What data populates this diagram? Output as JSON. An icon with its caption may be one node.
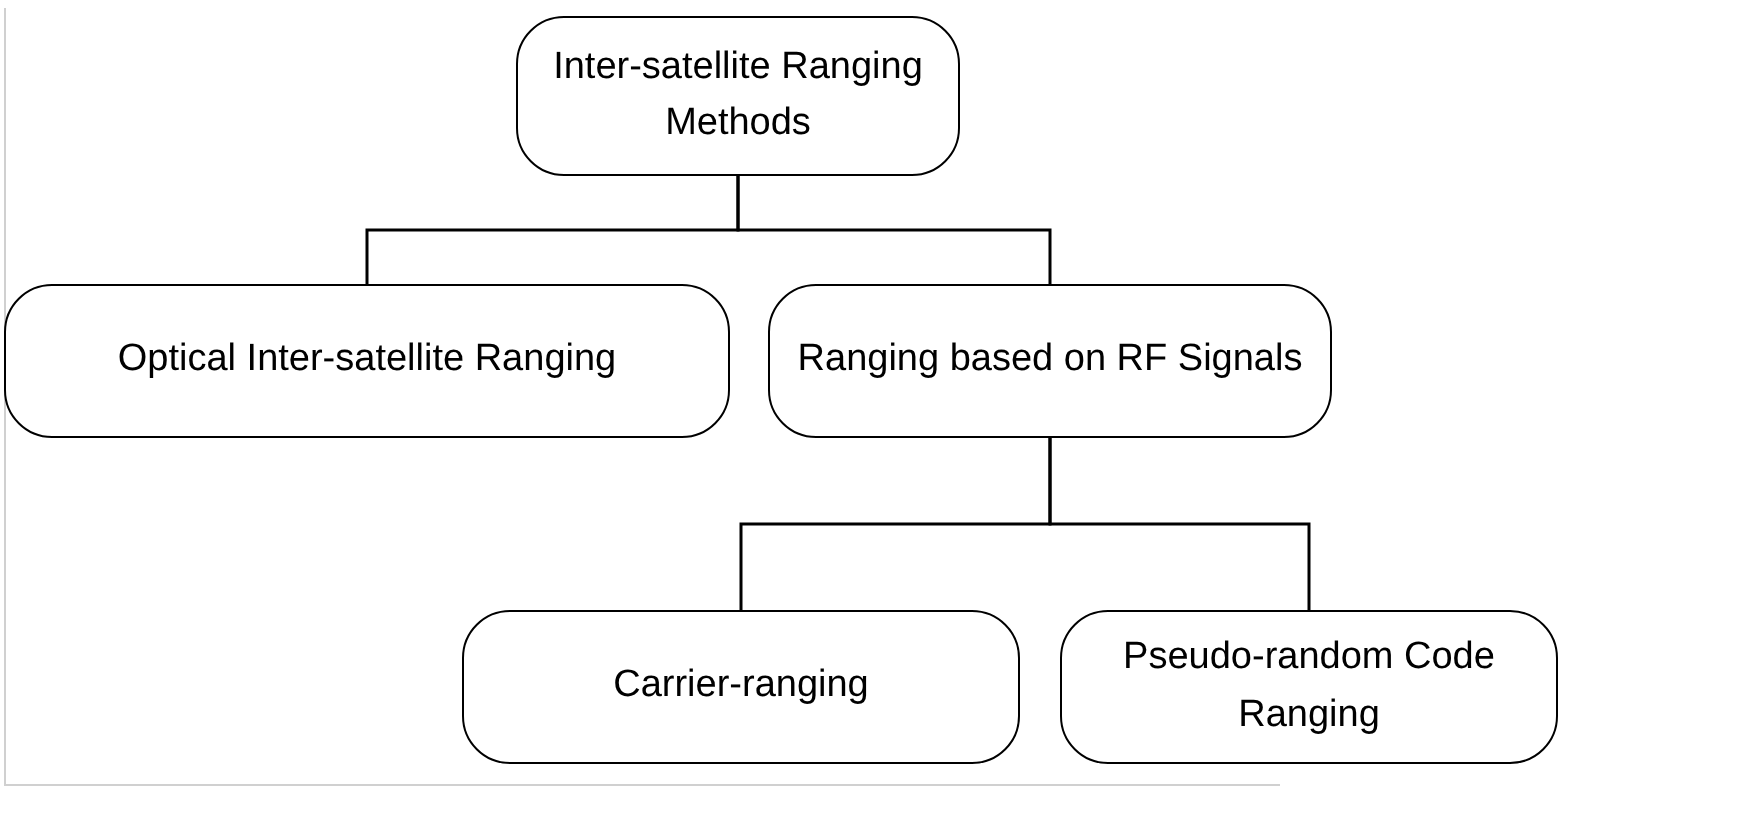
{
  "diagram": {
    "nodes": [
      {
        "text": [
          "Inter-satellite Ranging Methods"
        ]
      },
      {
        "text": [
          "Optical Inter-satellite Ranging"
        ]
      },
      {
        "text": [
          "Ranging based on RF Signals"
        ]
      },
      {
        "text": [
          "Carrier-ranging"
        ]
      },
      {
        "text": [
          "Pseudo-random Code Ranging"
        ]
      }
    ],
    "edges": [
      {
        "from": 0,
        "to": 1,
        "arrow": "none"
      },
      {
        "from": 0,
        "to": 2,
        "arrow": "none"
      },
      {
        "from": 2,
        "to": 3,
        "arrow": "none"
      },
      {
        "from": 2,
        "to": 4,
        "arrow": "none"
      }
    ]
  }
}
